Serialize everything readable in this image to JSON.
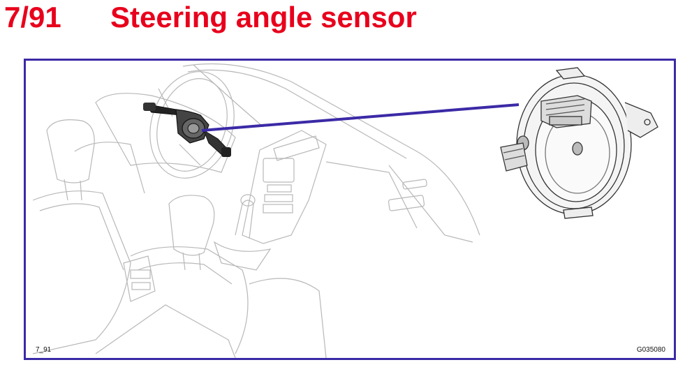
{
  "header": {
    "page_number": "7/91",
    "title": "Steering angle sensor",
    "title_color": "#e8001c"
  },
  "figure": {
    "frame_color": "#3b2aa6",
    "pointer_color": "#3b2aa6",
    "caption_left": "7_91",
    "caption_right": "G035080",
    "left_illustration": "car-interior-steering-column",
    "right_illustration": "steering-angle-sensor-detail"
  }
}
